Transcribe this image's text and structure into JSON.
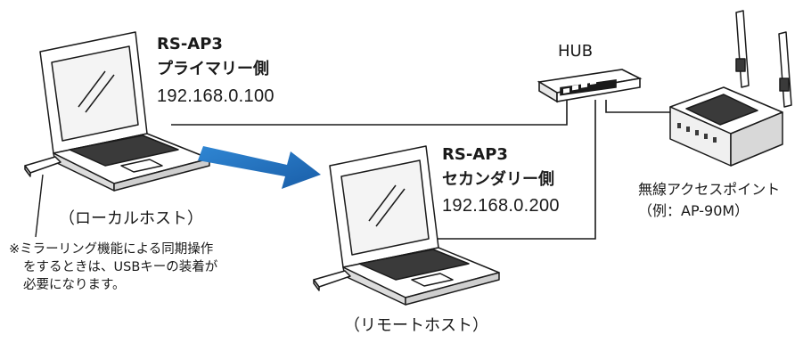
{
  "primary": {
    "model": "RS-AP3",
    "role": "プライマリー側",
    "ip": "192.168.0.100",
    "host_label": "（ローカルホスト）"
  },
  "secondary": {
    "model": "RS-AP3",
    "role": "セカンダリー側",
    "ip": "192.168.0.200",
    "host_label": "（リモートホスト）"
  },
  "hub": {
    "label": "HUB"
  },
  "access_point": {
    "name": "無線アクセスポイント",
    "example": "（例：AP-90M）"
  },
  "note": {
    "lines": [
      "※ミラーリング機能による同期操作",
      "をするときは、USBキーの装着が",
      "必要になります。"
    ]
  },
  "colors": {
    "arrow": "#1f6fb8",
    "line": "#1a1a1a"
  },
  "icons": {
    "laptop": "laptop-icon",
    "hub": "hub-icon",
    "access_point": "wireless-router-icon",
    "usb_key": "usb-key-icon",
    "arrow": "sync-arrow-icon"
  }
}
